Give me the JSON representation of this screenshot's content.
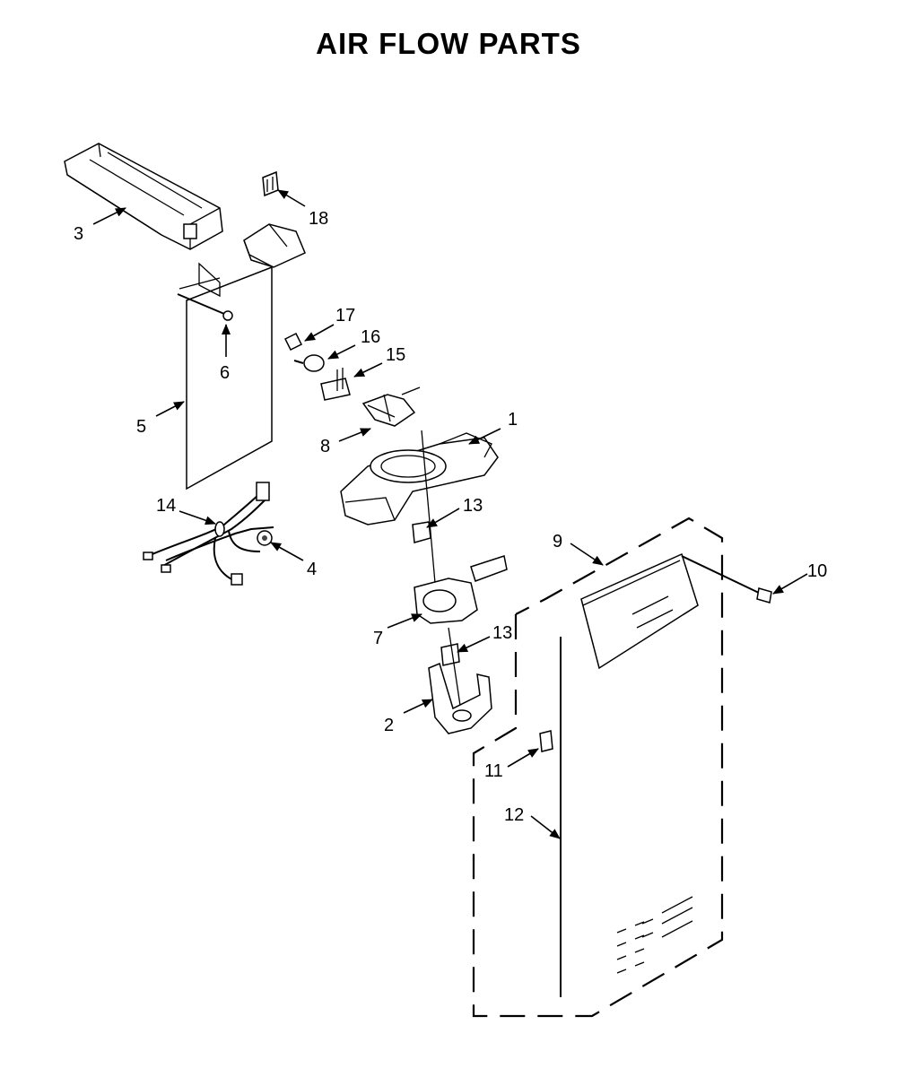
{
  "title": "AIR FLOW PARTS",
  "callouts": {
    "c1": "1",
    "c2": "2",
    "c3": "3",
    "c4": "4",
    "c5": "5",
    "c6": "6",
    "c7": "7",
    "c8": "8",
    "c9": "9",
    "c10": "10",
    "c11": "11",
    "c12": "12",
    "c13a": "13",
    "c13b": "13",
    "c14": "14",
    "c15": "15",
    "c16": "16",
    "c17": "17",
    "c18": "18"
  }
}
